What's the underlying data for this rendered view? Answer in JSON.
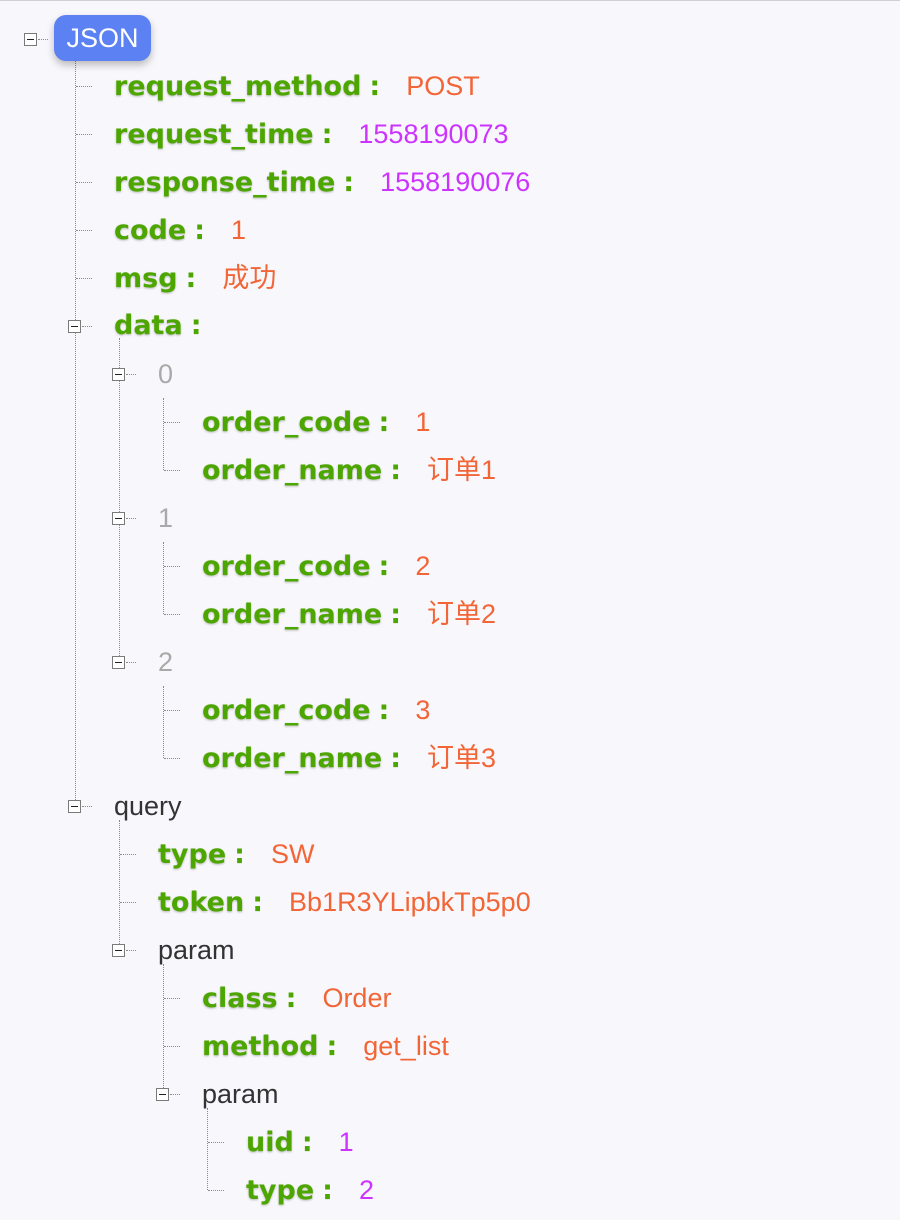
{
  "root": {
    "label": "JSON"
  },
  "items": {
    "request_method": {
      "key": "request_method",
      "colon": ":",
      "value": "POST"
    },
    "request_time": {
      "key": "request_time",
      "colon": ":",
      "value": "1558190073"
    },
    "response_time": {
      "key": "response_time",
      "colon": ":",
      "value": "1558190076"
    },
    "code": {
      "key": "code",
      "colon": ":",
      "value": "1"
    },
    "msg": {
      "key": "msg",
      "colon": ":",
      "value": "成功"
    }
  },
  "data": {
    "key": "data",
    "colon": ":",
    "entries": [
      {
        "index": "0",
        "order_code": {
          "key": "order_code",
          "colon": ":",
          "value": "1"
        },
        "order_name": {
          "key": "order_name",
          "colon": ":",
          "value": "订单1"
        }
      },
      {
        "index": "1",
        "order_code": {
          "key": "order_code",
          "colon": ":",
          "value": "2"
        },
        "order_name": {
          "key": "order_name",
          "colon": ":",
          "value": "订单2"
        }
      },
      {
        "index": "2",
        "order_code": {
          "key": "order_code",
          "colon": ":",
          "value": "3"
        },
        "order_name": {
          "key": "order_name",
          "colon": ":",
          "value": "订单3"
        }
      }
    ]
  },
  "query": {
    "label": "query",
    "type": {
      "key": "type",
      "colon": ":",
      "value": "SW"
    },
    "token": {
      "key": "token",
      "colon": ":",
      "value": "Bb1R3YLipbkTp5p0"
    },
    "param": {
      "label": "param",
      "class": {
        "key": "class",
        "colon": ":",
        "value": "Order"
      },
      "method": {
        "key": "method",
        "colon": ":",
        "value": "get_list"
      },
      "param": {
        "label": "param",
        "uid": {
          "key": "uid",
          "colon": ":",
          "value": "1"
        },
        "type": {
          "key": "type",
          "colon": ":",
          "value": "2"
        }
      }
    }
  },
  "colors": {
    "key": "#4da600",
    "string_value": "#f26537",
    "number_value": "#cc33ff",
    "index": "#a9a9a9",
    "root_badge": "#5b81f2"
  }
}
